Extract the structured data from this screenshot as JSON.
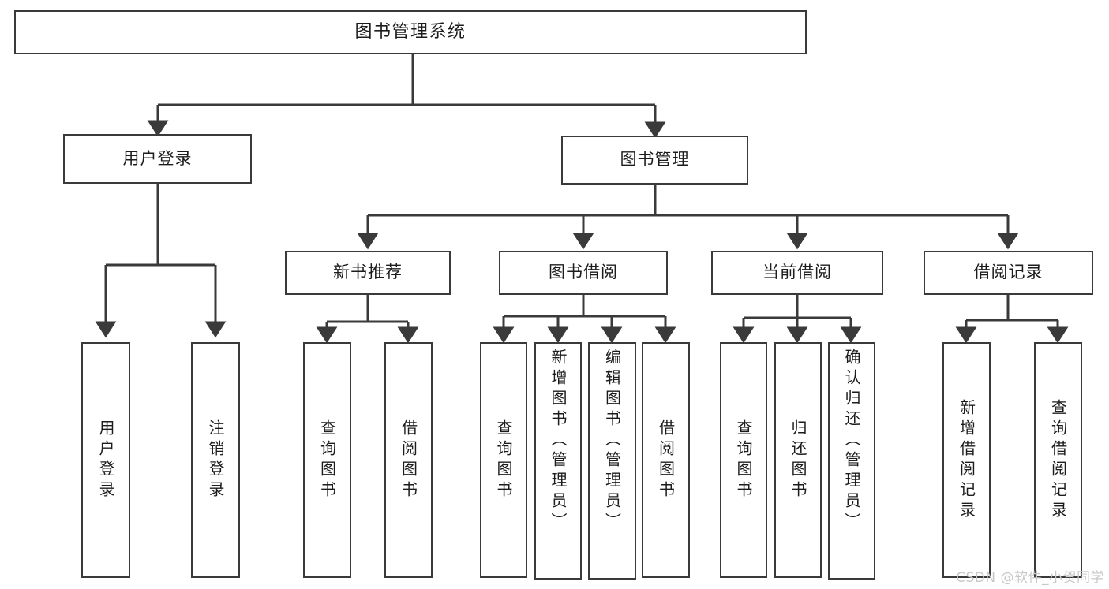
{
  "diagram": {
    "title": "图书管理系统",
    "type": "tree",
    "style": {
      "box_border_color": "#3a3a3a",
      "box_fill_color": "#ffffff",
      "line_color": "#3a3a3a",
      "text_color": "#1c1c1c",
      "background": "#ffffff"
    },
    "nodes": {
      "root": {
        "label": "图书管理系统"
      },
      "level2": [
        {
          "id": "user-login",
          "label": "用户登录"
        },
        {
          "id": "book-manage",
          "label": "图书管理"
        }
      ],
      "level3": [
        {
          "id": "new-book-rec",
          "label": "新书推荐"
        },
        {
          "id": "book-borrow",
          "label": "图书借阅"
        },
        {
          "id": "current-borrow",
          "label": "当前借阅"
        },
        {
          "id": "borrow-record",
          "label": "借阅记录"
        }
      ],
      "leaves": {
        "user_login": [
          {
            "id": "leaf-user-login",
            "label": "用户登录"
          },
          {
            "id": "leaf-logout",
            "label": "注销登录"
          }
        ],
        "new_book_rec": [
          {
            "id": "leaf-query-book-1",
            "label": "查询图书"
          },
          {
            "id": "leaf-borrow-book-1",
            "label": "借阅图书"
          }
        ],
        "book_borrow": [
          {
            "id": "leaf-query-book-2",
            "label": "查询图书"
          },
          {
            "id": "leaf-add-book",
            "label": "新增图书（管理员）"
          },
          {
            "id": "leaf-edit-book",
            "label": "编辑图书（管理员）"
          },
          {
            "id": "leaf-borrow-book-2",
            "label": "借阅图书"
          }
        ],
        "current_borrow": [
          {
            "id": "leaf-query-book-3",
            "label": "查询图书"
          },
          {
            "id": "leaf-return-book",
            "label": "归还图书"
          },
          {
            "id": "leaf-confirm-return",
            "label": "确认归还（管理员）"
          }
        ],
        "borrow_record": [
          {
            "id": "leaf-add-record",
            "label": "新增借阅记录"
          },
          {
            "id": "leaf-query-record",
            "label": "查询借阅记录"
          }
        ]
      }
    }
  },
  "watermark": {
    "text": "CSDN @软件_小贺同学"
  }
}
